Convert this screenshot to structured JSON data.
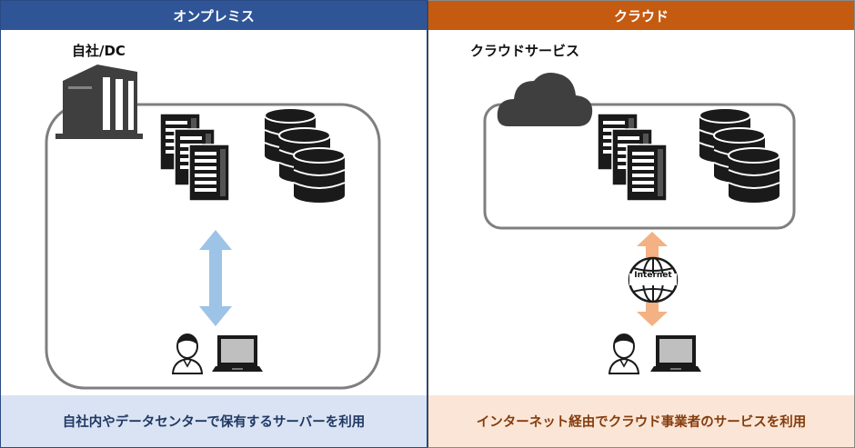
{
  "onprem": {
    "header": "オンプレミス",
    "site_label": "自社/DC",
    "footer": "自社内やデータセンターで保有するサーバーを利用"
  },
  "cloud": {
    "header": "クラウド",
    "service_label": "クラウドサービス",
    "internet_label": "Internet",
    "footer": "インターネット経由でクラウド事業者のサービスを利用"
  },
  "colors": {
    "onprem_header": "#2f5597",
    "cloud_header": "#c55a11",
    "onprem_footer_bg": "#dae3f3",
    "cloud_footer_bg": "#fbe5d6",
    "arrow_blue": "#9dc3e6",
    "arrow_orange": "#f4b183",
    "icon_dark": "#1a1a1a",
    "frame_gray": "#7f7f7f"
  },
  "icons": [
    "building-icon",
    "server-rack-icon",
    "database-icon",
    "user-icon",
    "laptop-icon",
    "cloud-icon",
    "globe-icon"
  ]
}
